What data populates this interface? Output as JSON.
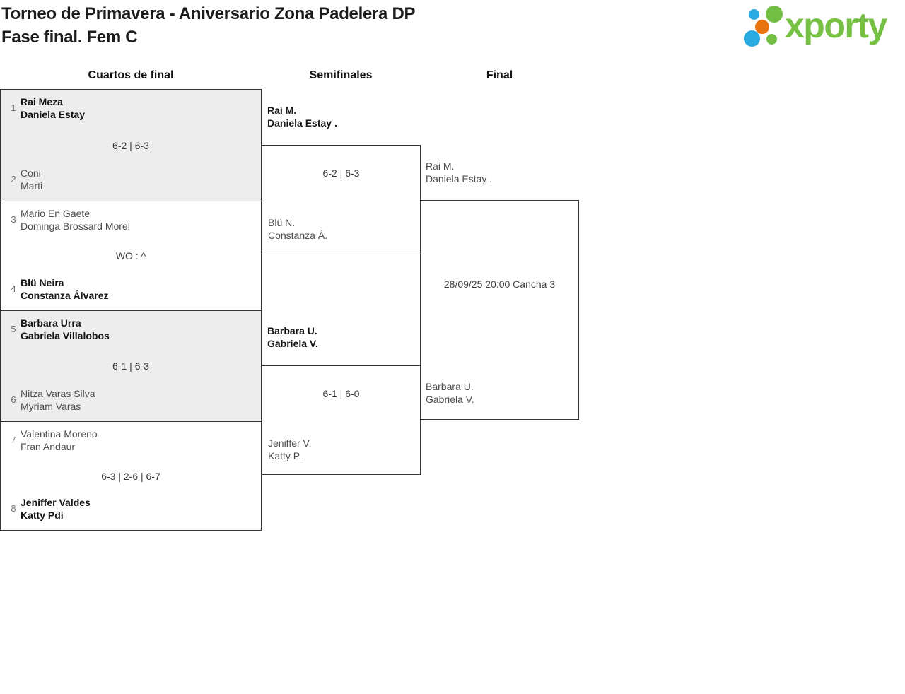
{
  "header": {
    "title_line1": "Torneo de Primavera - Aniversario Zona Padelera DP",
    "title_line2": "Fase final. Fem C",
    "logo": {
      "text": "xporty"
    }
  },
  "columns": {
    "quarterfinals": "Cuartos de final",
    "semifinals": "Semifinales",
    "final": "Final"
  },
  "colors": {
    "logo_green": "#76c043",
    "logo_blue": "#29abe2",
    "logo_orange": "#e8720c",
    "box_border": "#343434",
    "shaded_box_bg": "#ededed",
    "winner_text": "#141414",
    "loser_text": "#4c4c4c"
  },
  "quarterfinals": [
    {
      "seed_top": "1",
      "team_top": [
        "Rai Meza",
        "Daniela Estay"
      ],
      "score": "6-2 | 6-3",
      "seed_bottom": "2",
      "team_bottom": [
        "Coni",
        "Marti"
      ],
      "winner": "top"
    },
    {
      "seed_top": "3",
      "team_top": [
        "Mario En Gaete",
        "Dominga Brossard Morel"
      ],
      "score": "WO : ^",
      "seed_bottom": "4",
      "team_bottom": [
        "Blü Neira",
        "Constanza Álvarez"
      ],
      "winner": "bottom"
    },
    {
      "seed_top": "5",
      "team_top": [
        "Barbara Urra",
        "Gabriela Villalobos"
      ],
      "score": "6-1 | 6-3",
      "seed_bottom": "6",
      "team_bottom": [
        "Nitza Varas Silva",
        "Myriam Varas"
      ],
      "winner": "top"
    },
    {
      "seed_top": "7",
      "team_top": [
        "Valentina Moreno",
        "Fran Andaur"
      ],
      "score": "6-3 | 2-6 | 6-7",
      "seed_bottom": "8",
      "team_bottom": [
        "Jeniffer Valdes",
        "Katty Pdi"
      ],
      "winner": "bottom"
    }
  ],
  "semifinals": [
    {
      "team_top": [
        "Rai M.",
        "Daniela Estay ."
      ],
      "score": "6-2 | 6-3",
      "team_bottom": [
        "Blü N.",
        "Constanza Á."
      ],
      "winner": "top"
    },
    {
      "team_top": [
        "Barbara U.",
        "Gabriela V."
      ],
      "score": "6-1 | 6-0",
      "team_bottom": [
        "Jeniffer V.",
        "Katty P."
      ],
      "winner": "top"
    }
  ],
  "final": {
    "schedule": "28/09/25 20:00 Cancha 3",
    "team_top": [
      "Rai M.",
      "Daniela Estay ."
    ],
    "team_bottom": [
      "Barbara U.",
      "Gabriela V."
    ]
  }
}
